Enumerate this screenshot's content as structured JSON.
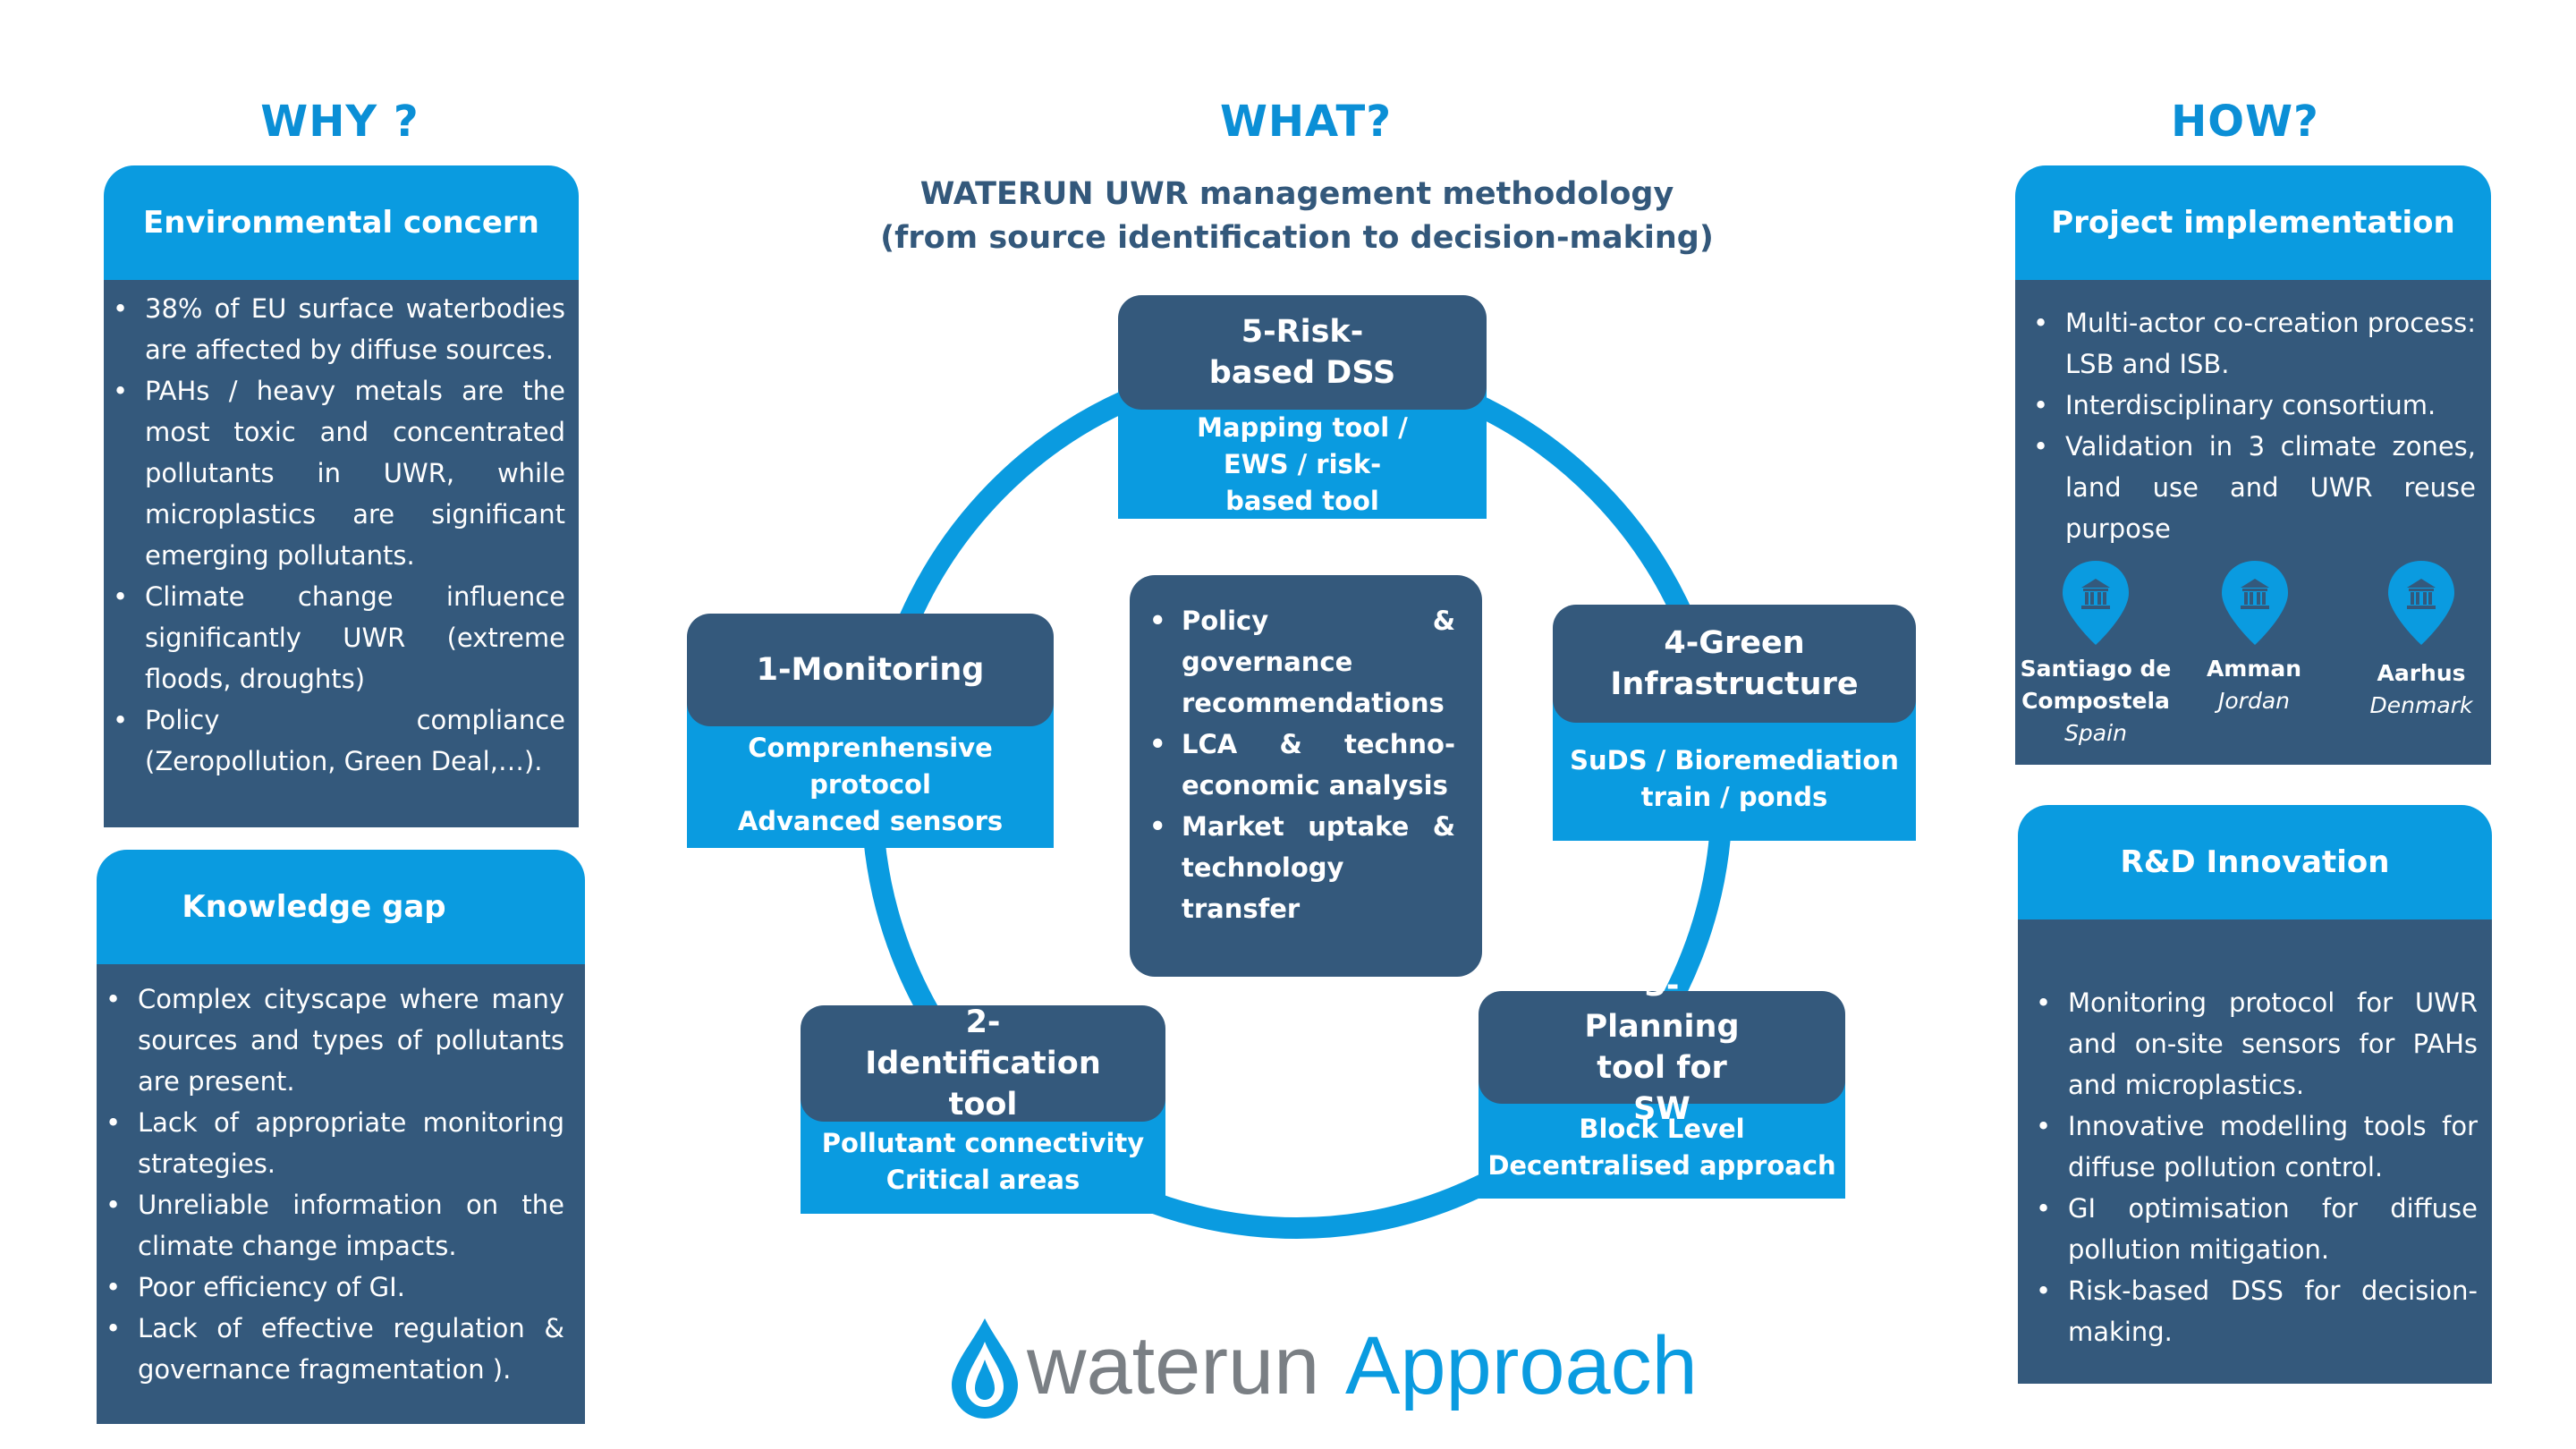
{
  "why": {
    "title": "WHY ?",
    "environmental": {
      "heading": "Environmental concern",
      "bullets": [
        "38% of EU surface waterbodies are affected by diffuse sources.",
        "PAHs / heavy metals are the most toxic and concentrated pollutants in UWR, while microplastics are significant emerging pollutants.",
        "Climate change influence significantly UWR (extreme floods, droughts)",
        "Policy compliance (Zeropollution, Green Deal,…)."
      ]
    },
    "knowledge": {
      "heading": "Knowledge gap",
      "bullets": [
        "Complex cityscape where many sources and types of pollutants are present.",
        "Lack of appropriate monitoring strategies.",
        "Unreliable information on the climate change impacts.",
        "Poor efficiency of GI.",
        "Lack of effective regulation & governance fragmentation )."
      ]
    }
  },
  "what": {
    "title": "WHAT?",
    "subtitle_line1": "WATERUN UWR management methodology",
    "subtitle_line2": "(from source identification to decision-making)",
    "nodes": {
      "risk": {
        "head": "5-Risk-based DSS",
        "body": "Mapping tool / EWS / risk-based tool"
      },
      "green": {
        "head": "4-Green Infrastructure",
        "body": "SuDS / Bioremediation train / ponds"
      },
      "planning": {
        "head": "3-Planning tool for SW",
        "body_line1": "Block Level",
        "body_line2": "Decentralised approach"
      },
      "identification": {
        "head": "2-Identification tool",
        "body_line1": "Pollutant connectivity",
        "body_line2": "Critical areas"
      },
      "monitoring": {
        "head": "1-Monitoring",
        "body_line1": "Comprenhensive protocol",
        "body_line2": "Advanced sensors"
      }
    },
    "center_bullets": [
      "Policy & governance recommendations",
      "LCA & techno-economic analysis",
      "Market uptake & technology transfer"
    ]
  },
  "how": {
    "title": "HOW?",
    "implementation": {
      "heading": "Project implementation",
      "bullets": [
        "Multi-actor co-creation process: LSB and ISB.",
        "Interdisciplinary consortium.",
        "Validation in 3 climate zones, land use and UWR reuse purpose"
      ],
      "sites": [
        {
          "city_line1": "Santiago de",
          "city_line2": "Compostela",
          "country": "Spain"
        },
        {
          "city_line1": "Amman",
          "city_line2": "",
          "country": "Jordan"
        },
        {
          "city_line1": "Aarhus",
          "city_line2": "",
          "country": "Denmark"
        }
      ]
    },
    "innovation": {
      "heading": "R&D Innovation",
      "bullets": [
        "Monitoring protocol for UWR and on-site sensors for PAHs and microplastics.",
        "Innovative modelling tools for diffuse pollution control.",
        "GI optimisation for diffuse pollution mitigation.",
        "Risk-based DSS for decision-making."
      ]
    }
  },
  "logo": {
    "brand": "waterun",
    "word": "Approach"
  },
  "colors": {
    "accent": "#0a9be0",
    "dark": "#34597c",
    "title": "#0b8fd6",
    "logo_gray": "#7a7f84"
  },
  "icons": {
    "pin": "map-pin-icon",
    "drop": "water-drop-icon",
    "building": "building-icon"
  }
}
